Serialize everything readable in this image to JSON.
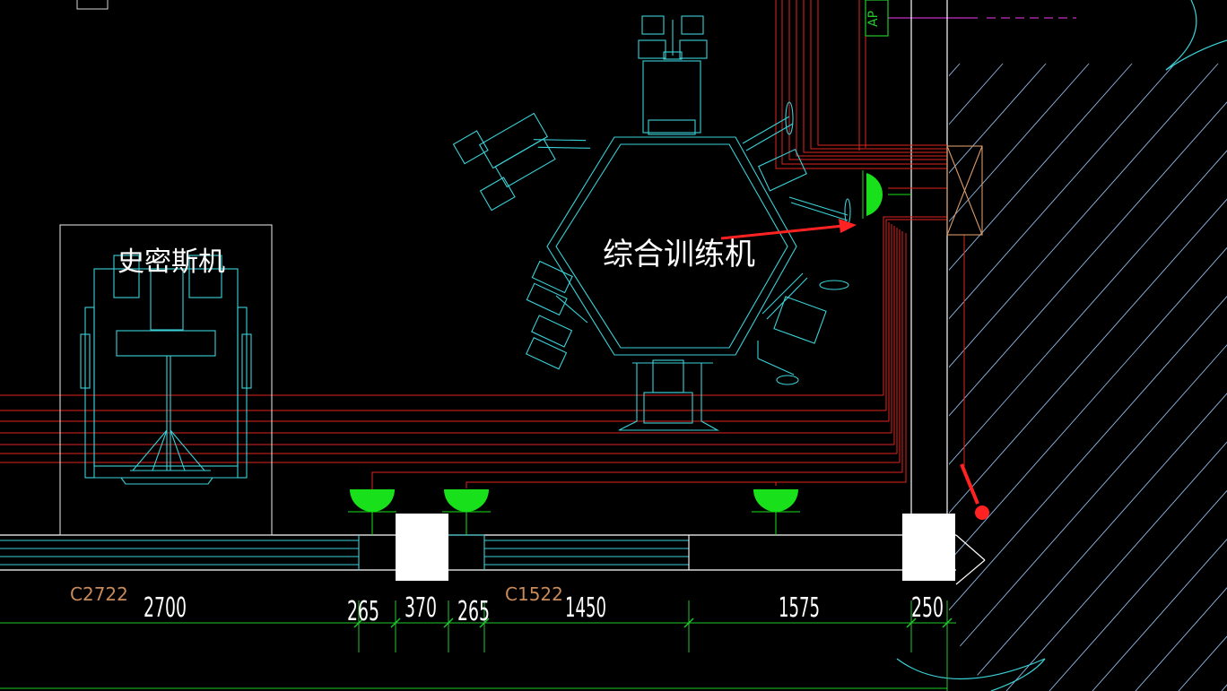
{
  "labels": {
    "combined_trainer": "综合训练机",
    "smith_machine": "史密斯机",
    "ap_tag": "AP"
  },
  "window_tags": [
    "C2722",
    "C1522"
  ],
  "dimensions": [
    "2700",
    "265",
    "370",
    "265",
    "1450",
    "1575",
    "250"
  ],
  "colors": {
    "background": "#000000",
    "equipment": "#3ad1d8",
    "wiring": "#e0261f",
    "light_fixture": "#18e01a",
    "wall": "#ffffff",
    "dimension": "#22c92a",
    "window_tag": "#c88a5a",
    "hatch": "#8fb9e6",
    "magenta_line": "#c62fc6",
    "annotation_arrow": "#ff2222"
  }
}
